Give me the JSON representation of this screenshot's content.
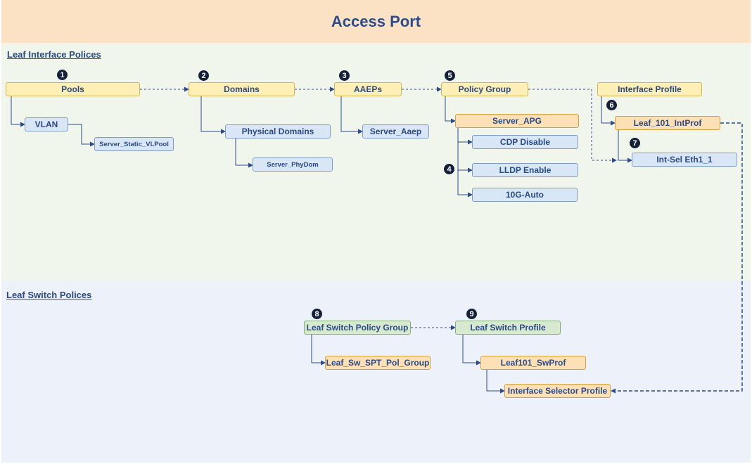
{
  "title": "Access Port",
  "sections": {
    "interface": "Leaf Interface Polices",
    "switch": "Leaf Switch Polices"
  },
  "steps": [
    "1",
    "2",
    "3",
    "4",
    "5",
    "6",
    "7",
    "8",
    "9"
  ],
  "nodes": {
    "pools": "Pools",
    "vlan": "VLAN",
    "vlan_pool": "Server_Static_VLPool",
    "domains": "Domains",
    "physical_domains": "Physical Domains",
    "phy_dom": "Server_PhyDom",
    "aaeps": "AAEPs",
    "server_aaep": "Server_Aaep",
    "policy_group": "Policy Group",
    "server_apg": "Server_APG",
    "cdp": "CDP Disable",
    "lldp": "LLDP Enable",
    "speed": "10G-Auto",
    "interface_profile": "Interface Profile",
    "leaf_intprof": "Leaf_101_IntProf",
    "int_sel": "Int-Sel  Eth1_1",
    "switch_policy_group": "Leaf Switch Policy Group",
    "spt_group": "Leaf_Sw_SPT_Pol_Group",
    "switch_profile": "Leaf Switch Profile",
    "leaf_swprof": "Leaf101_SwProf",
    "selector_profile": "Interface Selector Profile"
  },
  "colors": {
    "title_band": "#fbe2c4",
    "interface_band": "#f1f6ec",
    "switch_band": "#ecf1fa",
    "text": "#2a4a86",
    "connector": "#2b4b8c"
  }
}
